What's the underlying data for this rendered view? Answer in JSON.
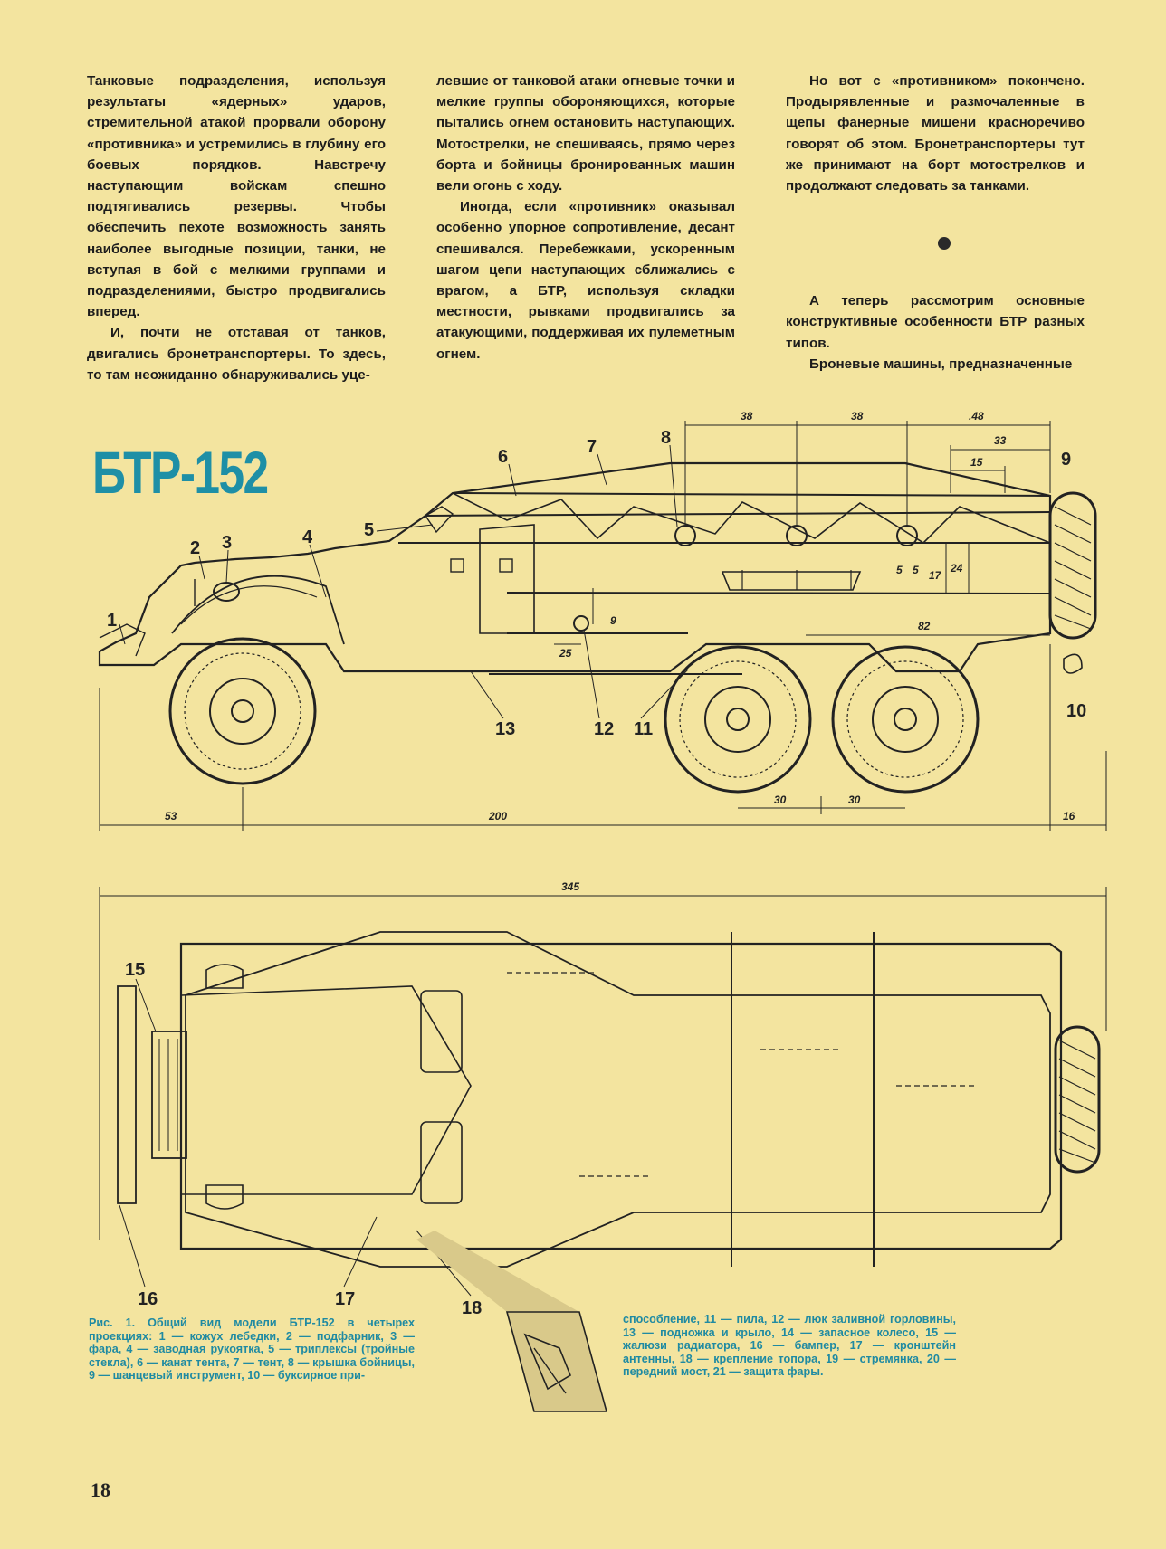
{
  "columns": {
    "col1": [
      "Танковые подразделения, используя результаты «ядерных» ударов, стремительной атакой прорвали оборону «противника» и устремились в глубину его боевых порядков. Навстречу наступающим войскам спешно подтягивались резервы. Чтобы обеспечить пехоте возможность занять наиболее выгодные позиции, танки, не вступая в бой с мелкими группами и подразделениями, быстро продвигались вперед.",
      "И, почти не отставая от танков, двигались бронетранспортеры. То здесь, то там неожиданно обнаруживались уце-"
    ],
    "col2": [
      "левшие от танковой атаки огневые точки и мелкие группы обороняющихся, которые пытались огнем остановить наступающих. Мотострелки, не спешиваясь, прямо через борта и бойницы бронированных машин вели огонь с ходу.",
      "Иногда, если «противник» оказывал особенно упорное сопротивление, десант спешивался. Перебежками, ускоренным шагом цепи наступающих сближались с врагом, а БТР, используя складки местности, рывками продвигались за атакующими, поддерживая их пулеметным огнем."
    ],
    "col3_top": [
      "Но вот с «противником» покончено. Продырявленные и размочаленные в щепы фанерные мишени красноречиво говорят об этом. Бронетранспортеры тут же принимают на борт мотострелков и продолжают следовать за танками."
    ],
    "col3_bottom": [
      "А теперь рассмотрим основные конструктивные особенности БТР разных типов.",
      "Броневые машины, предназначенные"
    ]
  },
  "figure": {
    "title": "БТР-152",
    "dimensions": {
      "d38a": "38",
      "d38b": "38",
      "d48": ".48",
      "d33": "33",
      "d15": "15",
      "d5a": "5",
      "d5b": "5",
      "d17": "17",
      "d24": "24",
      "d82": "82",
      "d9": "9",
      "d25": "25",
      "d30a": "30",
      "d30b": "30",
      "d53": "53",
      "d200": "200",
      "d16": "16",
      "d345": "345"
    },
    "callouts": {
      "c1": "1",
      "c2": "2",
      "c3": "3",
      "c4": "4",
      "c5": "5",
      "c6": "6",
      "c7": "7",
      "c8": "8",
      "c9": "9",
      "c10": "10",
      "c11": "11",
      "c12": "12",
      "c13": "13",
      "c15": "15",
      "c16": "16",
      "c17": "17",
      "c18": "18"
    }
  },
  "caption": {
    "part1": "Рис. 1. Общий вид модели БТР-152 в четырех проекциях: 1 — кожух лебедки, 2 — подфарник, 3 — фара, 4 — заводная рукоятка, 5 — триплексы (тройные стекла), 6 — канат тента, 7 — тент, 8 — крышка бойницы, 9 — шанцевый инструмент, 10 — буксирное при-",
    "part2": "способление, 11 — пила, 12 — люк заливной горловины, 13 — подножка и крыло, 14 — запасное колесо, 15 — жалюзи радиатора, 16 — бампер, 17 — кронштейн антенны, 18 — крепление топора, 19 — стремянка, 20 — передний мост, 21 — защита фары."
  },
  "page_number": "18",
  "colors": {
    "paper": "#f3e49f",
    "accent": "#1e8fa6",
    "ink": "#222222"
  }
}
